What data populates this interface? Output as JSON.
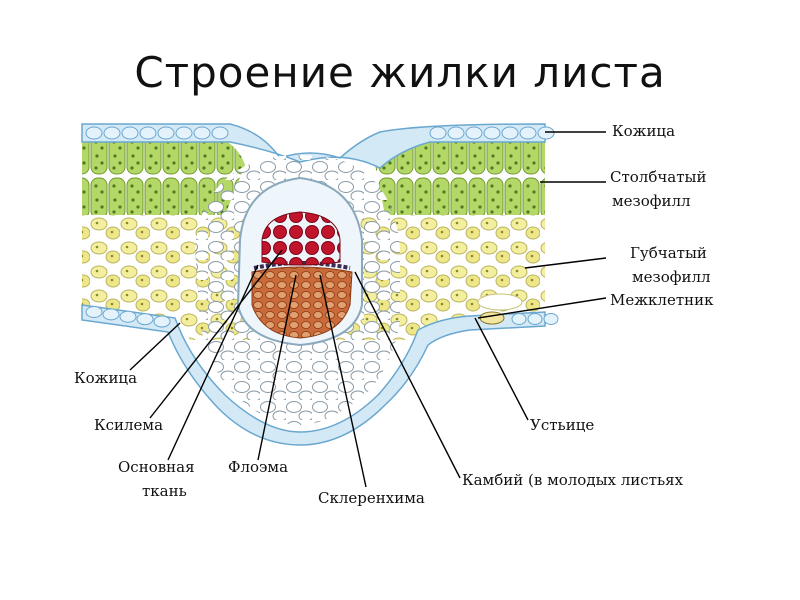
{
  "slide": {
    "title": "Строение жилки листа"
  },
  "labels": {
    "kozhitsa_top": "Кожица",
    "stolbchaty_1": "Столбчатый",
    "stolbchaty_2": "мезофилл",
    "gubchaty_1": "Губчатый",
    "gubchaty_2": "мезофилл",
    "mezhkletnik": "Межклетник",
    "kozhitsa_bottom": "Кожица",
    "ksilema": "Ксилема",
    "osnovnaya_1": "Основная",
    "osnovnaya_2": "ткань",
    "floema": "Флоэма",
    "sklerenkhima": "Склеренхима",
    "kambiy": "Камбий (в молодых листьях",
    "ustitse": "Устьице"
  },
  "colors": {
    "epidermis": "#c9e3f3",
    "epidermis_outline": "#6aa7cf",
    "palisade": "#a8cf5a",
    "palisade_dark": "#6f9a2e",
    "spongy": "#f1ee9c",
    "spongy_outline": "#b9b35c",
    "bundle_sheath": "#eef6fb",
    "xylem": "#c0152a",
    "xylem_dark": "#7a0616",
    "phloem": "#b7552a",
    "phloem_light": "#e0a070",
    "leader": "#000000"
  }
}
